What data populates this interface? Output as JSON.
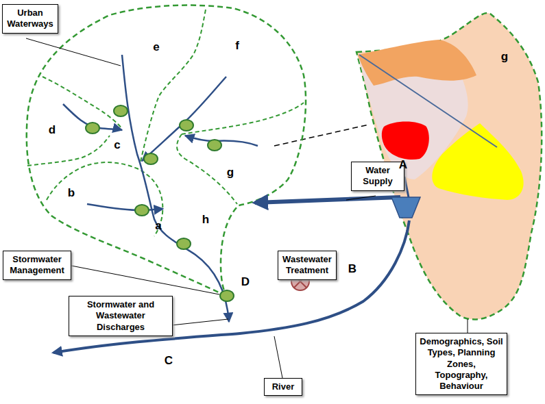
{
  "diagram": {
    "nodes": [
      {
        "text": [
          "Urban Waterways"
        ]
      },
      {
        "text": [
          "Water Supply"
        ]
      },
      {
        "text": [
          "Stormwater Management"
        ]
      },
      {
        "text": [
          "Wastewater Treatment"
        ]
      },
      {
        "text": [
          "Stormwater and Wastewater Discharges"
        ]
      },
      {
        "text": [
          "River"
        ]
      },
      {
        "text": [
          "Demographics, Soil Types, Planning Zones, Topography, Behaviour"
        ]
      }
    ],
    "labels": [
      "e",
      "f",
      "d",
      "c",
      "g",
      "b",
      "h",
      "a",
      "D",
      "A",
      "B",
      "C",
      "g"
    ]
  }
}
